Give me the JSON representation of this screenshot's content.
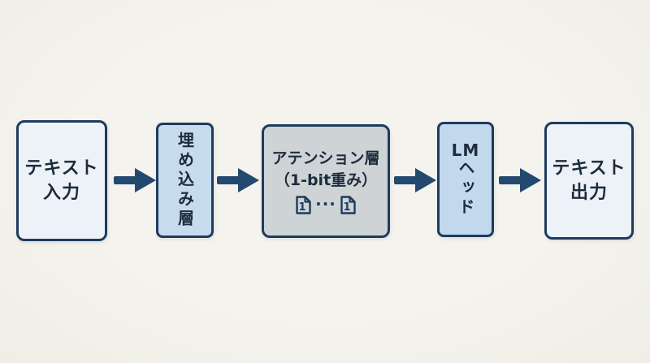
{
  "diagram": {
    "background_color": "#f3f2ec",
    "border_color": "#1d3b5f",
    "text_color": "#1d2c3b",
    "arrow_color": "#24496e",
    "nodes": [
      {
        "id": "text-input",
        "lines": [
          "テキスト",
          "入力"
        ],
        "fill": "#edf2f8"
      },
      {
        "id": "embedding-layer",
        "label": "埋め込み層",
        "fill": "#c7dbee"
      },
      {
        "id": "attention-layer",
        "lines": [
          "アテンション層",
          "（1-bit重み）"
        ],
        "doc_icon_label": "1",
        "dots": "···",
        "fill": "#ced3d6"
      },
      {
        "id": "lm-head",
        "label_latin": "LM",
        "label_kana": "ヘッド",
        "fill": "#c2d8ec"
      },
      {
        "id": "text-output",
        "lines": [
          "テキスト",
          "出力"
        ],
        "fill": "#edf2f8"
      }
    ]
  }
}
